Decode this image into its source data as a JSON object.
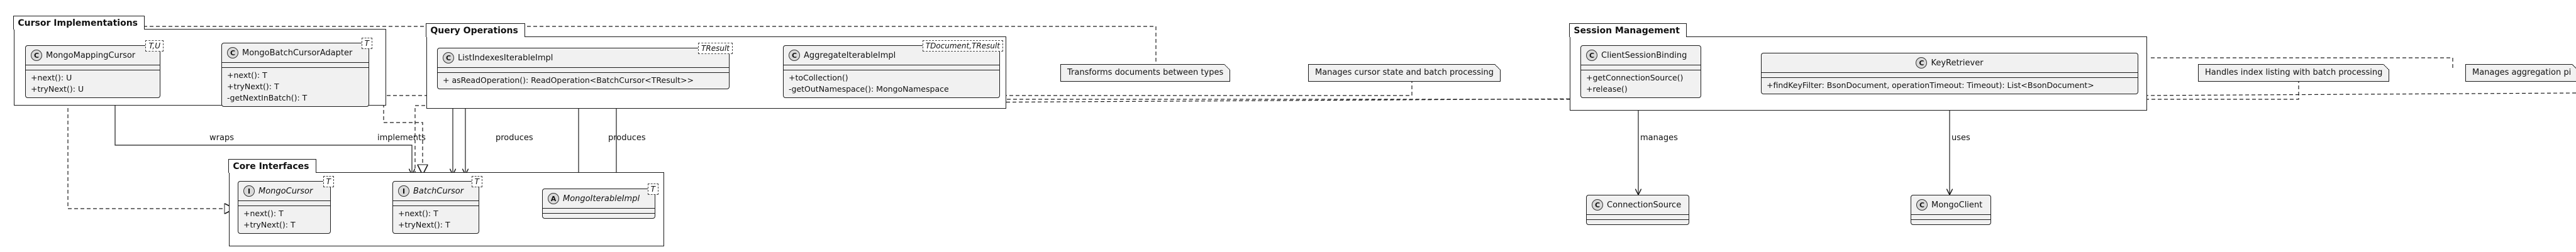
{
  "packages": {
    "cursor_impl": "Cursor Implementations",
    "query_ops": "Query Operations",
    "core": "Core Interfaces",
    "session": "Session Management"
  },
  "classes": {
    "mapping": {
      "name": "MongoMappingCursor",
      "type_params": "T,U",
      "methods": [
        "+next(): U",
        "+tryNext(): U"
      ]
    },
    "batch_adapter": {
      "name": "MongoBatchCursorAdapter",
      "type_params": "T",
      "methods": [
        "+next(): T",
        "+tryNext(): T",
        "-getNextInBatch(): T"
      ]
    },
    "list_indexes": {
      "name": "ListIndexesIterableImpl",
      "type_params": "TResult",
      "methods": [
        "+ asReadOperation(): ReadOperation<BatchCursor<TResult>>"
      ]
    },
    "aggregate": {
      "name": "AggregateIterableImpl",
      "type_params": "TDocument,TResult",
      "methods": [
        "+toCollection()",
        "-getOutNamespace(): MongoNamespace"
      ]
    },
    "mongo_cursor": {
      "name": "MongoCursor",
      "type_params": "T",
      "methods": [
        "+next(): T",
        "+tryNext(): T"
      ]
    },
    "batch_cursor": {
      "name": "BatchCursor",
      "type_params": "T",
      "methods": [
        "+next(): T",
        "+tryNext(): T"
      ]
    },
    "iterable_impl": {
      "name": "MongoIterableImpl",
      "type_params": "T",
      "methods": []
    },
    "session_binding": {
      "name": "ClientSessionBinding",
      "type_params": "",
      "methods": [
        "+getConnectionSource()",
        "+release()"
      ]
    },
    "key_retriever": {
      "name": "KeyRetriever",
      "type_params": "",
      "methods": [
        "+findKeyFilter: BsonDocument, operationTimeout: Timeout): List<BsonDocument>"
      ]
    },
    "connection_source": {
      "name": "ConnectionSource",
      "type_params": "",
      "methods": []
    },
    "mongo_client": {
      "name": "MongoClient",
      "type_params": "",
      "methods": []
    }
  },
  "badges": {
    "class": "C",
    "interface": "I",
    "abstract": "A"
  },
  "notes": {
    "transforms": "Transforms documents between types",
    "manages_cursor": "Manages cursor state and batch processing",
    "index_listing": "Handles index listing with batch processing",
    "aggregation": "Manages aggregation pi"
  },
  "edge_labels": {
    "wraps": "wraps",
    "implements": "implements",
    "produces_a": "produces",
    "produces_b": "produces",
    "manages": "manages",
    "uses": "uses"
  }
}
